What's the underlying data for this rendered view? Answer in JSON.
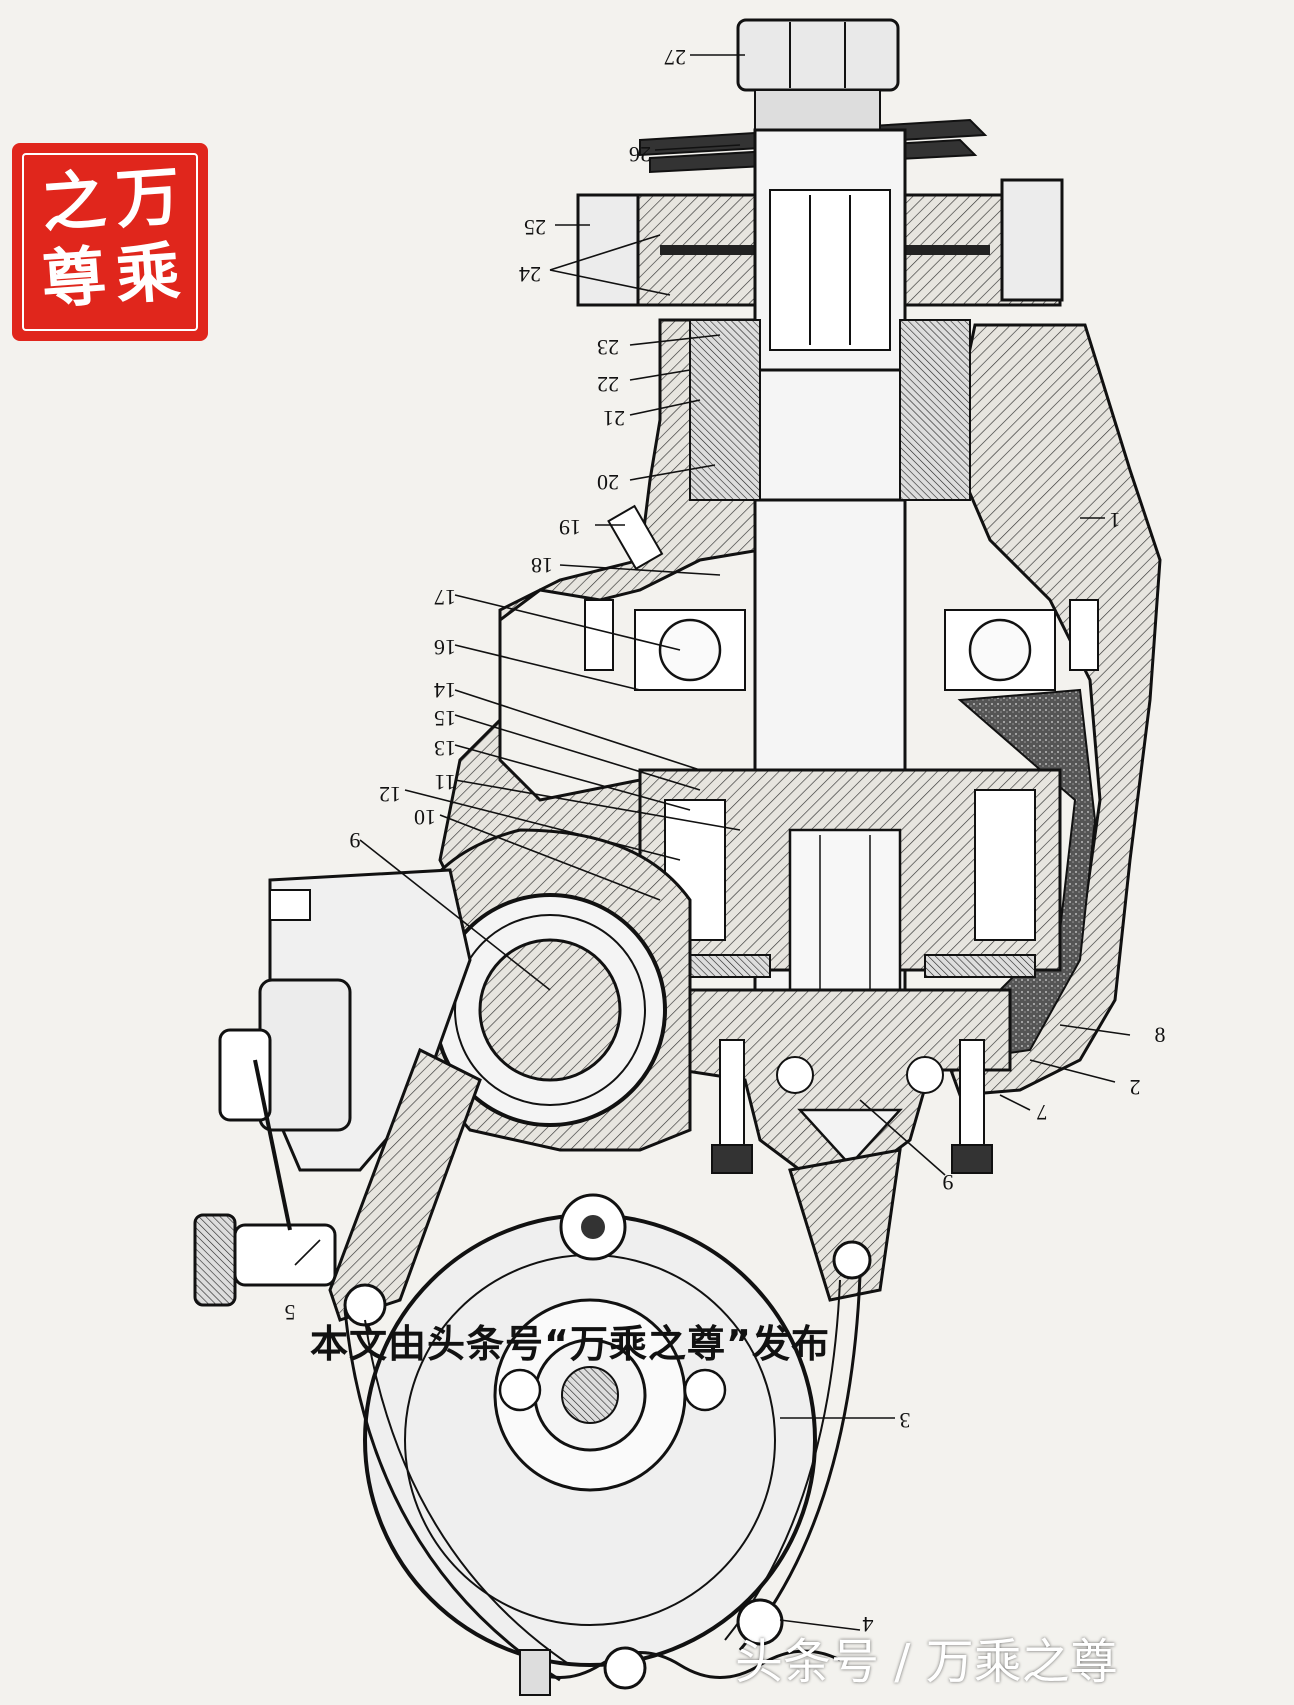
{
  "logo": {
    "chars": [
      "之",
      "万",
      "尊",
      "乘"
    ],
    "color": "#e0261c"
  },
  "watermarks": {
    "center": "本文由头条号“万乘之尊”发布",
    "corner": "头条号 / 万乘之尊"
  },
  "callouts": [
    "27",
    "26",
    "25",
    "24",
    "23",
    "22",
    "21",
    "20",
    "19",
    "18",
    "17",
    "16",
    "14",
    "15",
    "13",
    "11",
    "12",
    "10",
    "9",
    "1",
    "8",
    "2",
    "7",
    "9",
    "5",
    "3",
    "4"
  ]
}
